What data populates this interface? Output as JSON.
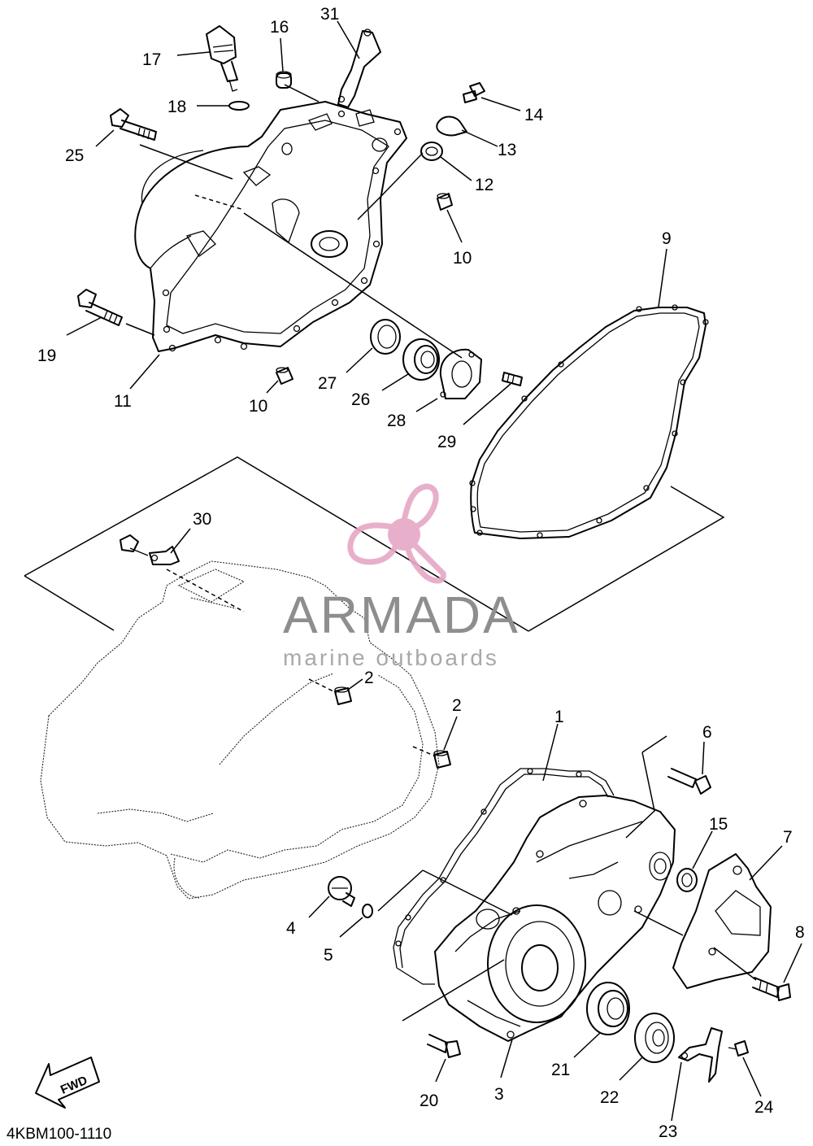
{
  "diagram": {
    "diagram_code": "4KBM100-1110",
    "direction_arrow_label": "FWD",
    "callouts": [
      "1",
      "2",
      "2",
      "3",
      "4",
      "5",
      "6",
      "7",
      "8",
      "9",
      "10",
      "10",
      "11",
      "12",
      "13",
      "14",
      "15",
      "16",
      "17",
      "18",
      "19",
      "20",
      "21",
      "22",
      "23",
      "24",
      "25",
      "26",
      "27",
      "28",
      "29",
      "30",
      "31"
    ]
  },
  "watermark": {
    "brand": "ARMADA",
    "tagline": "marine outboards",
    "logo_color": "#e6a7c6"
  }
}
